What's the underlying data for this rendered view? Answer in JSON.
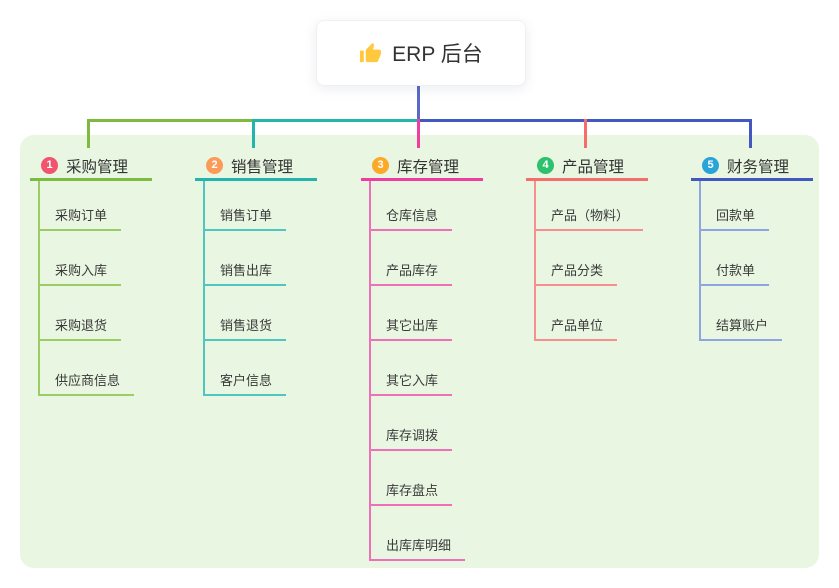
{
  "root": {
    "label": "ERP 后台",
    "icon": "thumbs-up-icon"
  },
  "colors": {
    "root_line": "#5a68c8",
    "panel_bg": "#e8f6e2",
    "thumb_icon": "#ffc83d",
    "text": "#333333"
  },
  "branches": [
    {
      "num": "1",
      "label": "采购管理",
      "badge": "#f1546d",
      "line": "#7cbb40",
      "child_line": "#9ccc65",
      "children": [
        "采购订单",
        "采购入库",
        "采购退货",
        "供应商信息"
      ]
    },
    {
      "num": "2",
      "label": "销售管理",
      "badge": "#fc9b57",
      "line": "#22b5ad",
      "child_line": "#4fc6bf",
      "children": [
        "销售订单",
        "销售出库",
        "销售退货",
        "客户信息"
      ]
    },
    {
      "num": "3",
      "label": "库存管理",
      "badge": "#fda928",
      "line": "#ee3fa0",
      "child_line": "#ef6fb8",
      "children": [
        "仓库信息",
        "产品库存",
        "其它出库",
        "其它入库",
        "库存调拨",
        "库存盘点",
        "出库库明细"
      ]
    },
    {
      "num": "4",
      "label": "产品管理",
      "badge": "#2ec16d",
      "line": "#f56c6c",
      "child_line": "#f78f8f",
      "children": [
        "产品（物料）",
        "产品分类",
        "产品单位"
      ]
    },
    {
      "num": "5",
      "label": "财务管理",
      "badge": "#29a4d9",
      "line": "#4257c2",
      "child_line": "#8ea6e0",
      "children": [
        "回款单",
        "付款单",
        "结算账户"
      ]
    }
  ]
}
